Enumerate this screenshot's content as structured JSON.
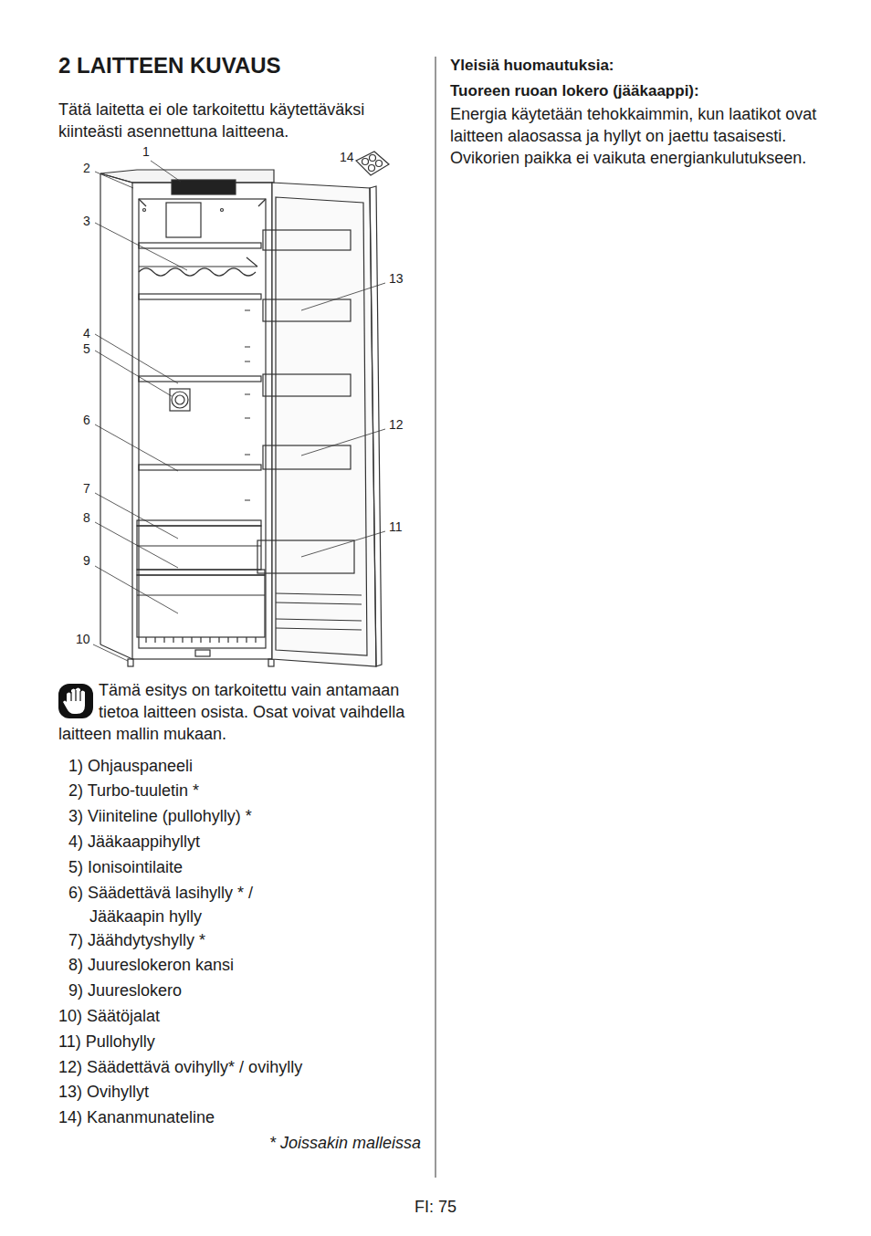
{
  "diagram": {
    "title": "2 LAITTEEN KUVAUS",
    "labels": [
      "Tätä laitetta ei ole tarkoitettu käytettäväksi kiinteästi asennettuna laitteena.",
      "1",
      "14",
      "2",
      "3",
      "13",
      "4",
      "5",
      "12",
      "6",
      "7",
      "11",
      "8",
      "9",
      "10",
      "Tämä esitys on tarkoitettu vain antamaan tietoa laitteen osista. Osat voivat vaihdella laitteen mallin mukaan.",
      "1) Ohjauspaneeli",
      "2) Turbo-tuuletin *",
      "3) Viiniteline (pullohylly) *",
      "4) Jääkaappihyllyt",
      "5) Ionisointilaite",
      "6) Säädettävä lasihylly * / Jääkaapin hylly",
      "7) Jäähdytyshylly *",
      "8) Juureslokeron kansi",
      "9) Juureslokero",
      "10) Säätöjalat",
      "11) Pullohylly",
      "12) Säädettävä ovihylly* / ovihylly",
      "13) Ovihyllyt",
      "14) Kananmunateline",
      "* Joissakin malleissa",
      "Yleisiä huomautuksia:",
      "Tuoreen ruoan lokero (jääkaappi):",
      "Energia käytetään tehokkaimmin, kun laatikot ovat laitteen alaosassa ja hyllyt on jaettu tasaisesti. Ovikorien paikka ei vaikuta energiankulutukseen.",
      "FI: 75"
    ]
  }
}
